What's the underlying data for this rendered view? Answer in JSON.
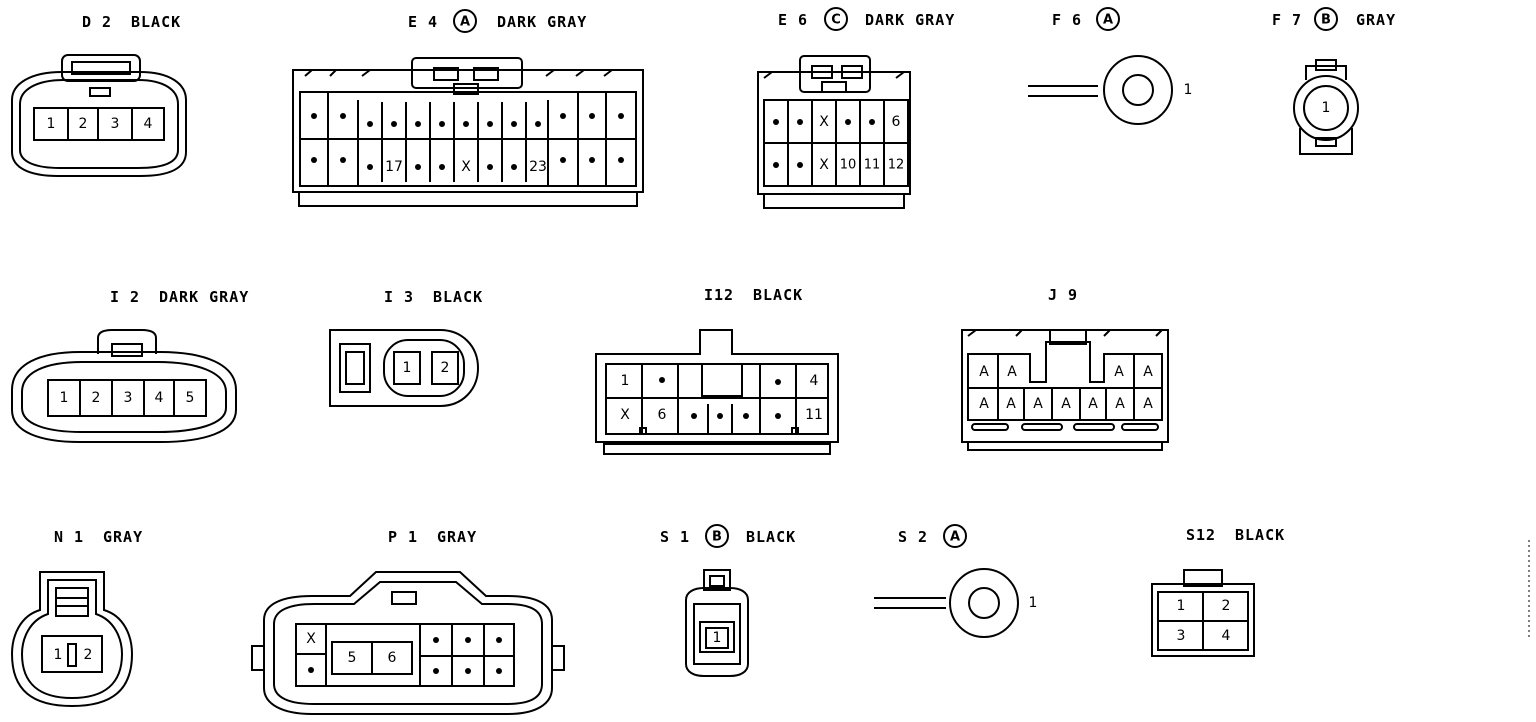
{
  "connectors": {
    "d2": {
      "code": "D 2",
      "color": "BLACK",
      "pins": [
        "1",
        "2",
        "3",
        "4"
      ]
    },
    "e4": {
      "code": "E 4",
      "badge": "A",
      "color": "DARK GRAY",
      "pin17": "17",
      "pinX": "X",
      "pin23": "23"
    },
    "e6": {
      "code": "E 6",
      "badge": "C",
      "color": "DARK GRAY",
      "top": [
        "X",
        "6"
      ],
      "bottom": [
        "X",
        "10",
        "11",
        "12"
      ]
    },
    "f6": {
      "code": "F 6",
      "badge": "A",
      "pin": "1"
    },
    "f7": {
      "code": "F 7",
      "badge": "B",
      "color": "GRAY",
      "pin": "1"
    },
    "i2": {
      "code": "I 2",
      "color": "DARK GRAY",
      "pins": [
        "1",
        "2",
        "3",
        "4",
        "5"
      ]
    },
    "i3": {
      "code": "I 3",
      "color": "BLACK",
      "pins": [
        "1",
        "2"
      ]
    },
    "i12": {
      "code": "I12",
      "color": "BLACK",
      "pins": [
        "1",
        "4",
        "X",
        "6",
        "11"
      ]
    },
    "j9": {
      "code": "J 9",
      "pin": "A"
    },
    "n1": {
      "code": "N 1",
      "color": "GRAY",
      "pins": [
        "1",
        "2"
      ]
    },
    "p1": {
      "code": "P 1",
      "color": "GRAY",
      "pins": [
        "X",
        "5",
        "6"
      ]
    },
    "s1": {
      "code": "S 1",
      "badge": "B",
      "color": "BLACK",
      "pin": "1"
    },
    "s2": {
      "code": "S 2",
      "badge": "A",
      "pin": "1"
    },
    "s12": {
      "code": "S12",
      "color": "BLACK",
      "pins": [
        "1",
        "2",
        "3",
        "4"
      ]
    }
  }
}
